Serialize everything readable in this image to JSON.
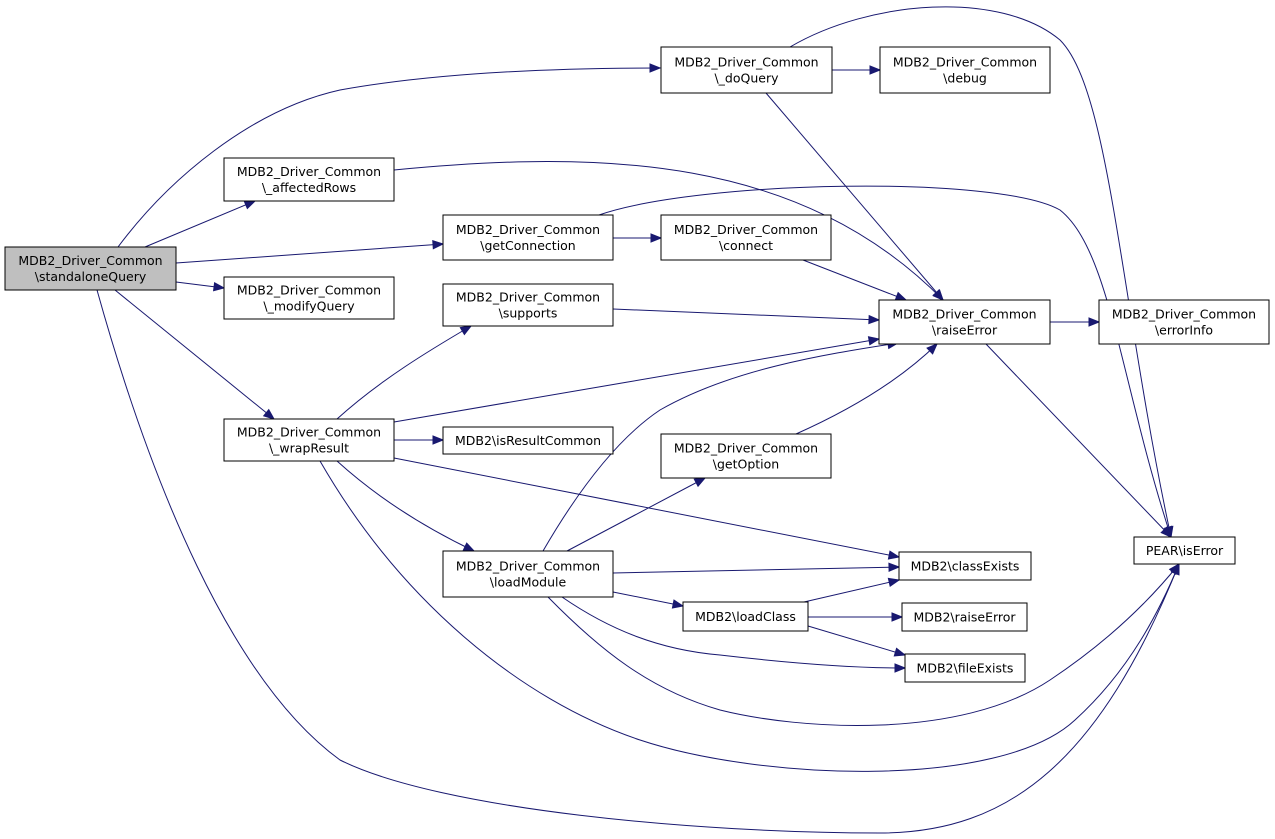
{
  "diagram": {
    "type": "call-graph",
    "colors": {
      "edge": "#191970",
      "root_fill": "#bfbfbf",
      "node_fill": "#ffffff",
      "node_border": "#000000"
    },
    "nodes": [
      {
        "id": "standaloneQuery",
        "lines": [
          "MDB2_Driver_Common",
          "\\standaloneQuery"
        ],
        "root": true
      },
      {
        "id": "doQuery",
        "lines": [
          "MDB2_Driver_Common",
          "\\_doQuery"
        ]
      },
      {
        "id": "debug",
        "lines": [
          "MDB2_Driver_Common",
          "\\debug"
        ]
      },
      {
        "id": "affectedRows",
        "lines": [
          "MDB2_Driver_Common",
          "\\_affectedRows"
        ]
      },
      {
        "id": "getConnection",
        "lines": [
          "MDB2_Driver_Common",
          "\\getConnection"
        ]
      },
      {
        "id": "connect",
        "lines": [
          "MDB2_Driver_Common",
          "\\connect"
        ]
      },
      {
        "id": "modifyQuery",
        "lines": [
          "MDB2_Driver_Common",
          "\\_modifyQuery"
        ]
      },
      {
        "id": "supports",
        "lines": [
          "MDB2_Driver_Common",
          "\\supports"
        ]
      },
      {
        "id": "raiseError",
        "lines": [
          "MDB2_Driver_Common",
          "\\raiseError"
        ]
      },
      {
        "id": "errorInfo",
        "lines": [
          "MDB2_Driver_Common",
          "\\errorInfo"
        ]
      },
      {
        "id": "wrapResult",
        "lines": [
          "MDB2_Driver_Common",
          "\\_wrapResult"
        ]
      },
      {
        "id": "isResultCommon",
        "lines": [
          "MDB2\\isResultCommon"
        ]
      },
      {
        "id": "getOption",
        "lines": [
          "MDB2_Driver_Common",
          "\\getOption"
        ]
      },
      {
        "id": "isError",
        "lines": [
          "PEAR\\isError"
        ]
      },
      {
        "id": "loadModule",
        "lines": [
          "MDB2_Driver_Common",
          "\\loadModule"
        ]
      },
      {
        "id": "classExists",
        "lines": [
          "MDB2\\classExists"
        ]
      },
      {
        "id": "loadClass",
        "lines": [
          "MDB2\\loadClass"
        ]
      },
      {
        "id": "mdb2RaiseError",
        "lines": [
          "MDB2\\raiseError"
        ]
      },
      {
        "id": "fileExists",
        "lines": [
          "MDB2\\fileExists"
        ]
      }
    ],
    "edges": [
      {
        "from": "standaloneQuery",
        "to": "doQuery"
      },
      {
        "from": "standaloneQuery",
        "to": "affectedRows"
      },
      {
        "from": "standaloneQuery",
        "to": "getConnection"
      },
      {
        "from": "standaloneQuery",
        "to": "modifyQuery"
      },
      {
        "from": "standaloneQuery",
        "to": "wrapResult"
      },
      {
        "from": "standaloneQuery",
        "to": "isError"
      },
      {
        "from": "doQuery",
        "to": "debug"
      },
      {
        "from": "doQuery",
        "to": "raiseError"
      },
      {
        "from": "doQuery",
        "to": "isError"
      },
      {
        "from": "affectedRows",
        "to": "raiseError"
      },
      {
        "from": "getConnection",
        "to": "connect"
      },
      {
        "from": "getConnection",
        "to": "isError"
      },
      {
        "from": "connect",
        "to": "raiseError"
      },
      {
        "from": "supports",
        "to": "raiseError"
      },
      {
        "from": "raiseError",
        "to": "errorInfo"
      },
      {
        "from": "raiseError",
        "to": "isError"
      },
      {
        "from": "wrapResult",
        "to": "supports"
      },
      {
        "from": "wrapResult",
        "to": "raiseError"
      },
      {
        "from": "wrapResult",
        "to": "isResultCommon"
      },
      {
        "from": "wrapResult",
        "to": "classExists"
      },
      {
        "from": "wrapResult",
        "to": "loadModule"
      },
      {
        "from": "wrapResult",
        "to": "isError"
      },
      {
        "from": "getOption",
        "to": "raiseError"
      },
      {
        "from": "loadModule",
        "to": "raiseError"
      },
      {
        "from": "loadModule",
        "to": "getOption"
      },
      {
        "from": "loadModule",
        "to": "classExists"
      },
      {
        "from": "loadModule",
        "to": "loadClass"
      },
      {
        "from": "loadModule",
        "to": "fileExists"
      },
      {
        "from": "loadModule",
        "to": "isError"
      },
      {
        "from": "loadClass",
        "to": "classExists"
      },
      {
        "from": "loadClass",
        "to": "mdb2RaiseError"
      },
      {
        "from": "loadClass",
        "to": "fileExists"
      }
    ]
  }
}
